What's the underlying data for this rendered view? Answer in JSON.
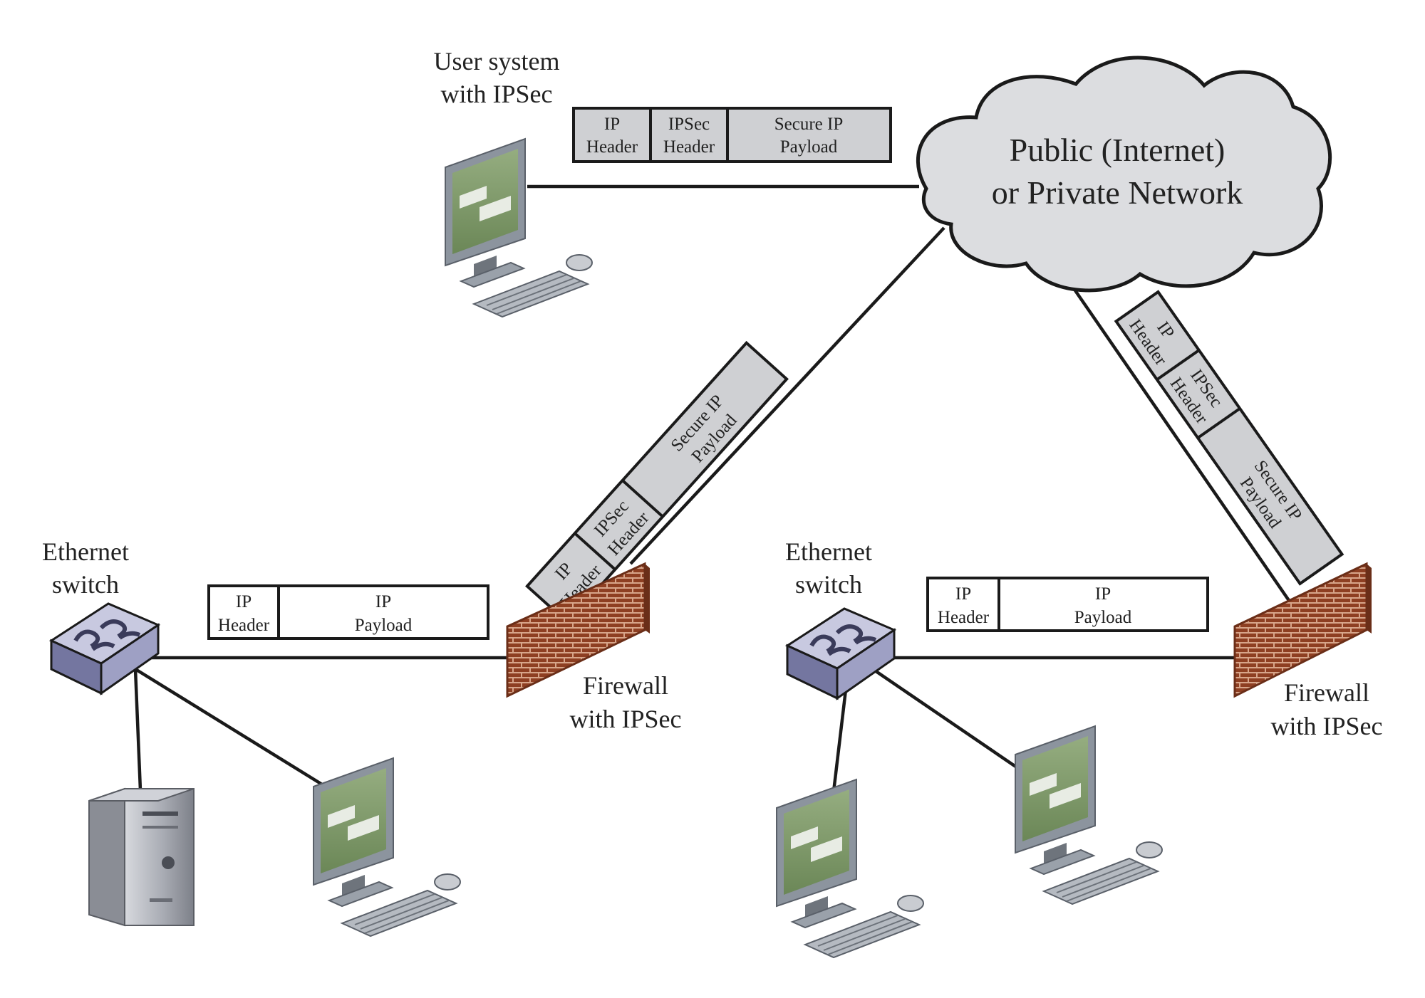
{
  "network": {
    "line1": "Public (Internet)",
    "line2": "or Private Network"
  },
  "user_system": {
    "line1": "User system",
    "line2": "with IPSec"
  },
  "switch_left": {
    "line1": "Ethernet",
    "line2": "switch"
  },
  "switch_right": {
    "line1": "Ethernet",
    "line2": "switch"
  },
  "firewall_left": {
    "line1": "Firewall",
    "line2": "with IPSec"
  },
  "firewall_right": {
    "line1": "Firewall",
    "line2": "with IPSec"
  },
  "secure_packet": {
    "ip_header": [
      "IP",
      "Header"
    ],
    "ipsec_header": [
      "IPSec",
      "Header"
    ],
    "payload": [
      "Secure IP",
      "Payload"
    ]
  },
  "plain_packet": {
    "ip_header": [
      "IP",
      "Header"
    ],
    "payload": [
      "IP",
      "Payload"
    ]
  },
  "colors": {
    "cloud": "#dcdde0",
    "packet_shaded": "#cfd0d3",
    "brick": "#8e3f22",
    "switch": "#9ea0c4",
    "monitor": "#8c949e",
    "screen": "#7d9a66"
  }
}
